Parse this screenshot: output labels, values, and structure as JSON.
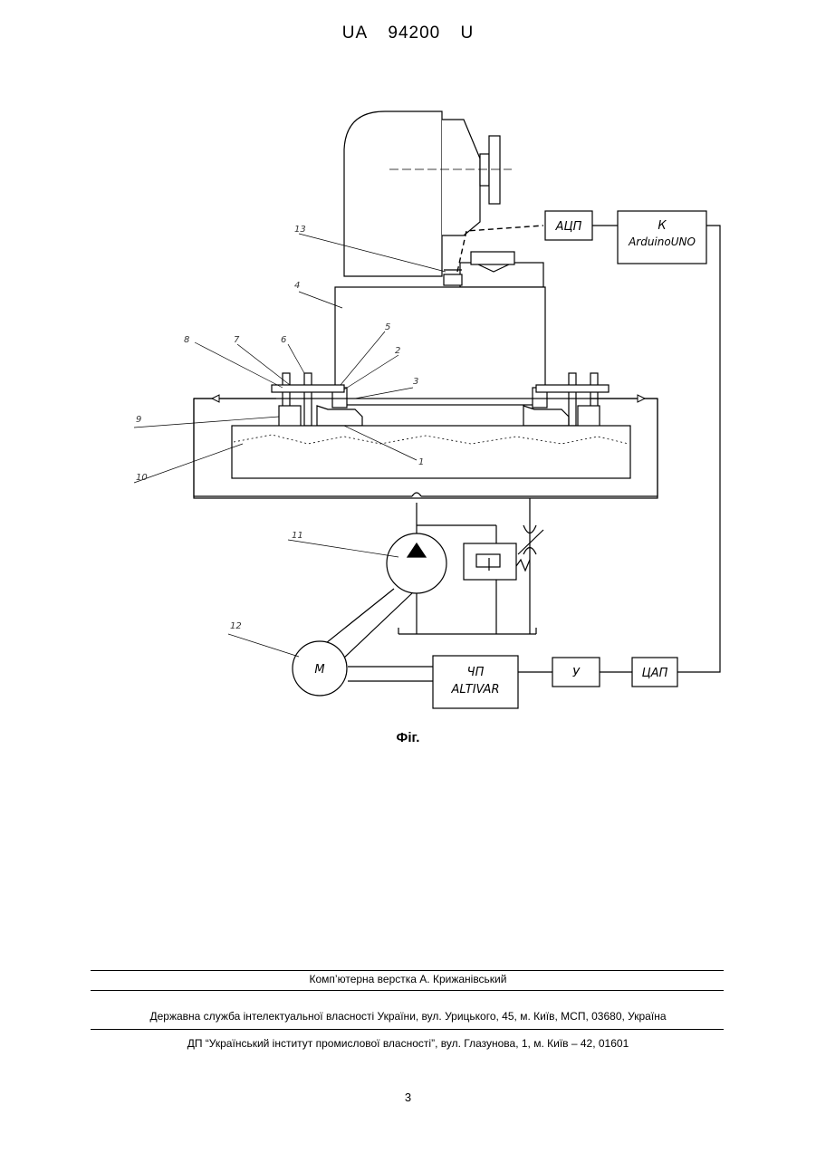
{
  "header": {
    "country": "UA",
    "number": "94200",
    "kind": "U"
  },
  "figure": {
    "caption": "Фіг.",
    "callouts": [
      "1",
      "2",
      "3",
      "4",
      "5",
      "6",
      "7",
      "8",
      "9",
      "10",
      "11",
      "12",
      "13"
    ],
    "blocks": {
      "adc": "АЦП",
      "controller_line1": "К",
      "controller_line2": "ArduinoUNO",
      "vfd_line1": "ЧП",
      "vfd_line2": "ALTIVAR",
      "amplifier": "У",
      "dac": "ЦАП",
      "motor": "М"
    }
  },
  "footer": {
    "typesetting": "Комп’ютерна верстка А. Крижанівський",
    "agency": "Державна служба інтелектуальної власності України, вул. Урицького, 45, м. Київ, МСП, 03680, Україна",
    "institute": "ДП “Український інститут промислової власності”, вул. Глазунова, 1, м. Київ – 42, 01601"
  },
  "page_number": "3"
}
